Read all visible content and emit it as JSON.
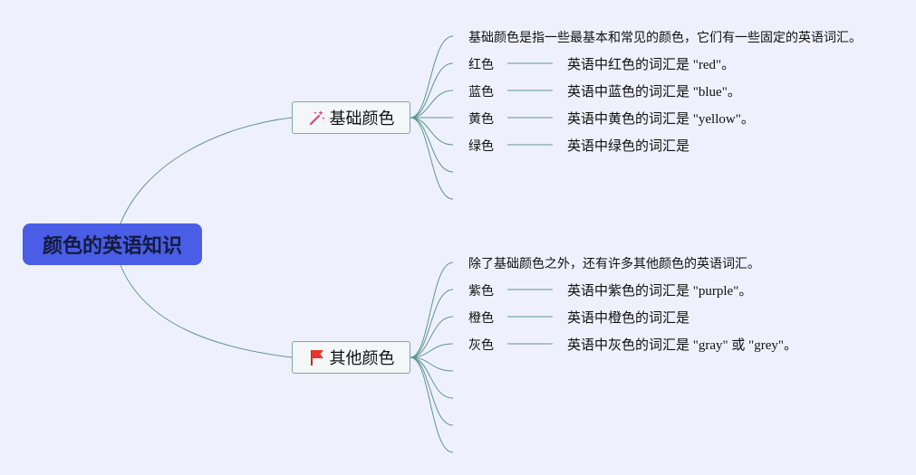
{
  "root": {
    "title": "颜色的英语知识"
  },
  "branches": [
    {
      "label": "基础颜色",
      "icon": "magic-wand-icon",
      "intro": "基础颜色是指一些最基本和常见的颜色，它们有一些固定的英语词汇。",
      "items": [
        {
          "color": "红色",
          "detail": "英语中红色的词汇是 \"red\"。"
        },
        {
          "color": "蓝色",
          "detail": "英语中蓝色的词汇是 \"blue\"。"
        },
        {
          "color": "黄色",
          "detail": "英语中黄色的词汇是 \"yellow\"。"
        },
        {
          "color": "绿色",
          "detail": "英语中绿色的词汇是"
        }
      ]
    },
    {
      "label": "其他颜色",
      "icon": "red-flag-icon",
      "intro": "除了基础颜色之外，还有许多其他颜色的英语词汇。",
      "items": [
        {
          "color": "紫色",
          "detail": "英语中紫色的词汇是 \"purple\"。"
        },
        {
          "color": "橙色",
          "detail": "英语中橙色的词汇是"
        },
        {
          "color": "灰色",
          "detail": "英语中灰色的词汇是 \"gray\" 或 \"grey\"。"
        }
      ]
    }
  ],
  "colors": {
    "background": "#eef1fd",
    "root_fill": "#4a5de6",
    "connector": "#5f9591",
    "branch_border": "#7fa9a6"
  }
}
